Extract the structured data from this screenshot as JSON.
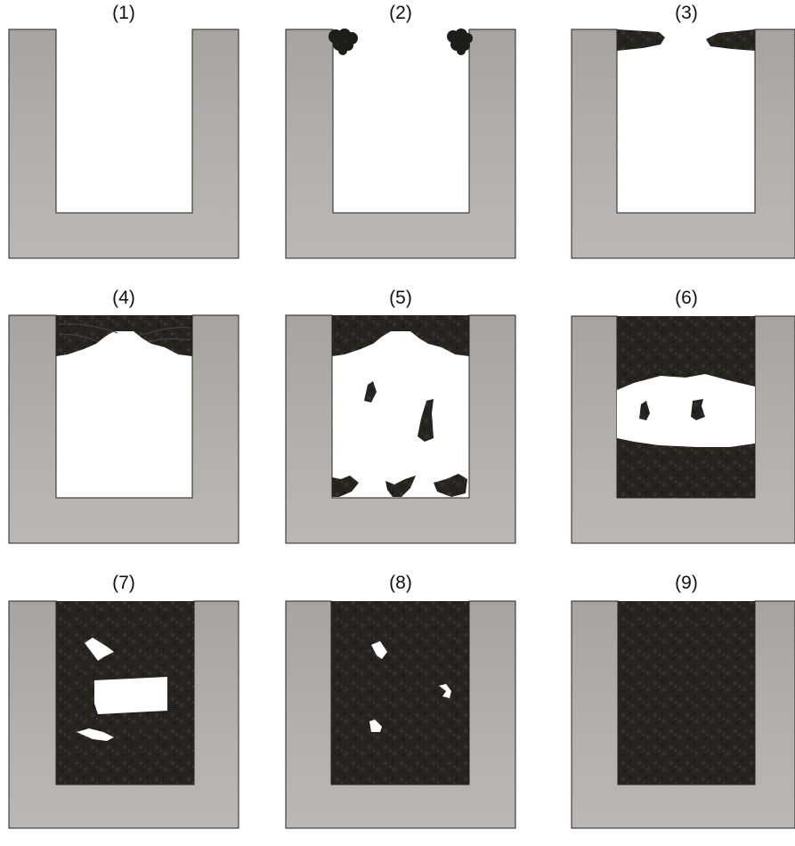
{
  "panels": [
    {
      "label": "(1)"
    },
    {
      "label": "(2)"
    },
    {
      "label": "(3)"
    },
    {
      "label": "(4)"
    },
    {
      "label": "(5)"
    },
    {
      "label": "(6)"
    },
    {
      "label": "(7)"
    },
    {
      "label": "(8)"
    },
    {
      "label": "(9)"
    }
  ],
  "colors": {
    "wall": "#a9a6a2",
    "wall_light": "#bcb9b5",
    "deposit": "#26231f",
    "deposit_light": "#3a3631",
    "outline": "#1a1a1a",
    "cavity": "#ffffff"
  }
}
